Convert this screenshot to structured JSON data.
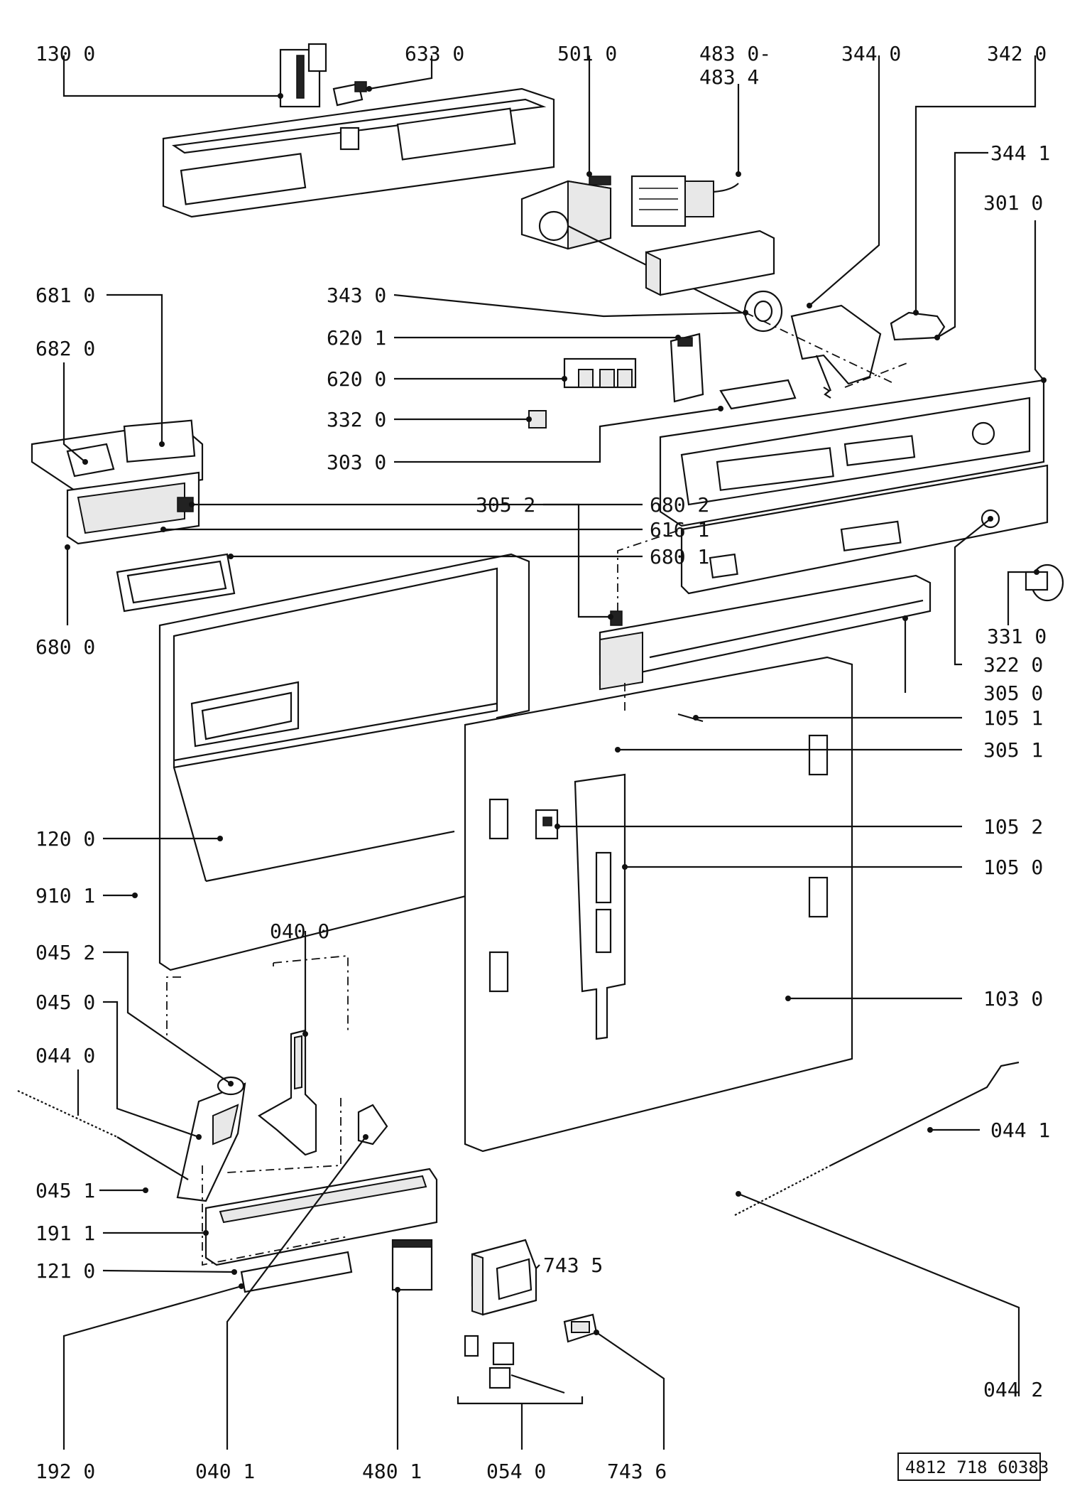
{
  "labels": {
    "l1300": "130 0",
    "l6330": "633 0",
    "l5010": "501 0",
    "l4830a": "483 0-",
    "l4830b": "483 4",
    "l3440": "344 0",
    "l3420": "342 0",
    "l3441": "344 1",
    "l3010": "301 0",
    "l6810": "681 0",
    "l6820": "682 0",
    "l3430": "343 0",
    "l6201": "620 1",
    "l6200": "620 0",
    "l3320": "332 0",
    "l3030": "303 0",
    "l6802": "680 2",
    "l6161": "616 1",
    "l6801": "680 1",
    "l6800": "680 0",
    "l3052": "305 2",
    "l3310": "331 0",
    "l3220": "322 0",
    "l3050": "305 0",
    "l1051": "105 1",
    "l3051": "305 1",
    "l1052": "105 2",
    "l1050": "105 0",
    "l1200": "120 0",
    "l9101": "910 1",
    "l0400": "040 0",
    "l0452": "045 2",
    "l0450": "045 0",
    "l1030": "103 0",
    "l0440": "044 0",
    "l0441": "044 1",
    "l0451": "045 1",
    "l1911": "191 1",
    "l1210": "121 0",
    "l7435": "743 5",
    "l0442": "044 2",
    "l7436": "743 6",
    "l1920": "192 0",
    "l0401": "040 1",
    "l4801": "480 1",
    "l0540": "054 0"
  },
  "reference_number": "4812 718 60383"
}
